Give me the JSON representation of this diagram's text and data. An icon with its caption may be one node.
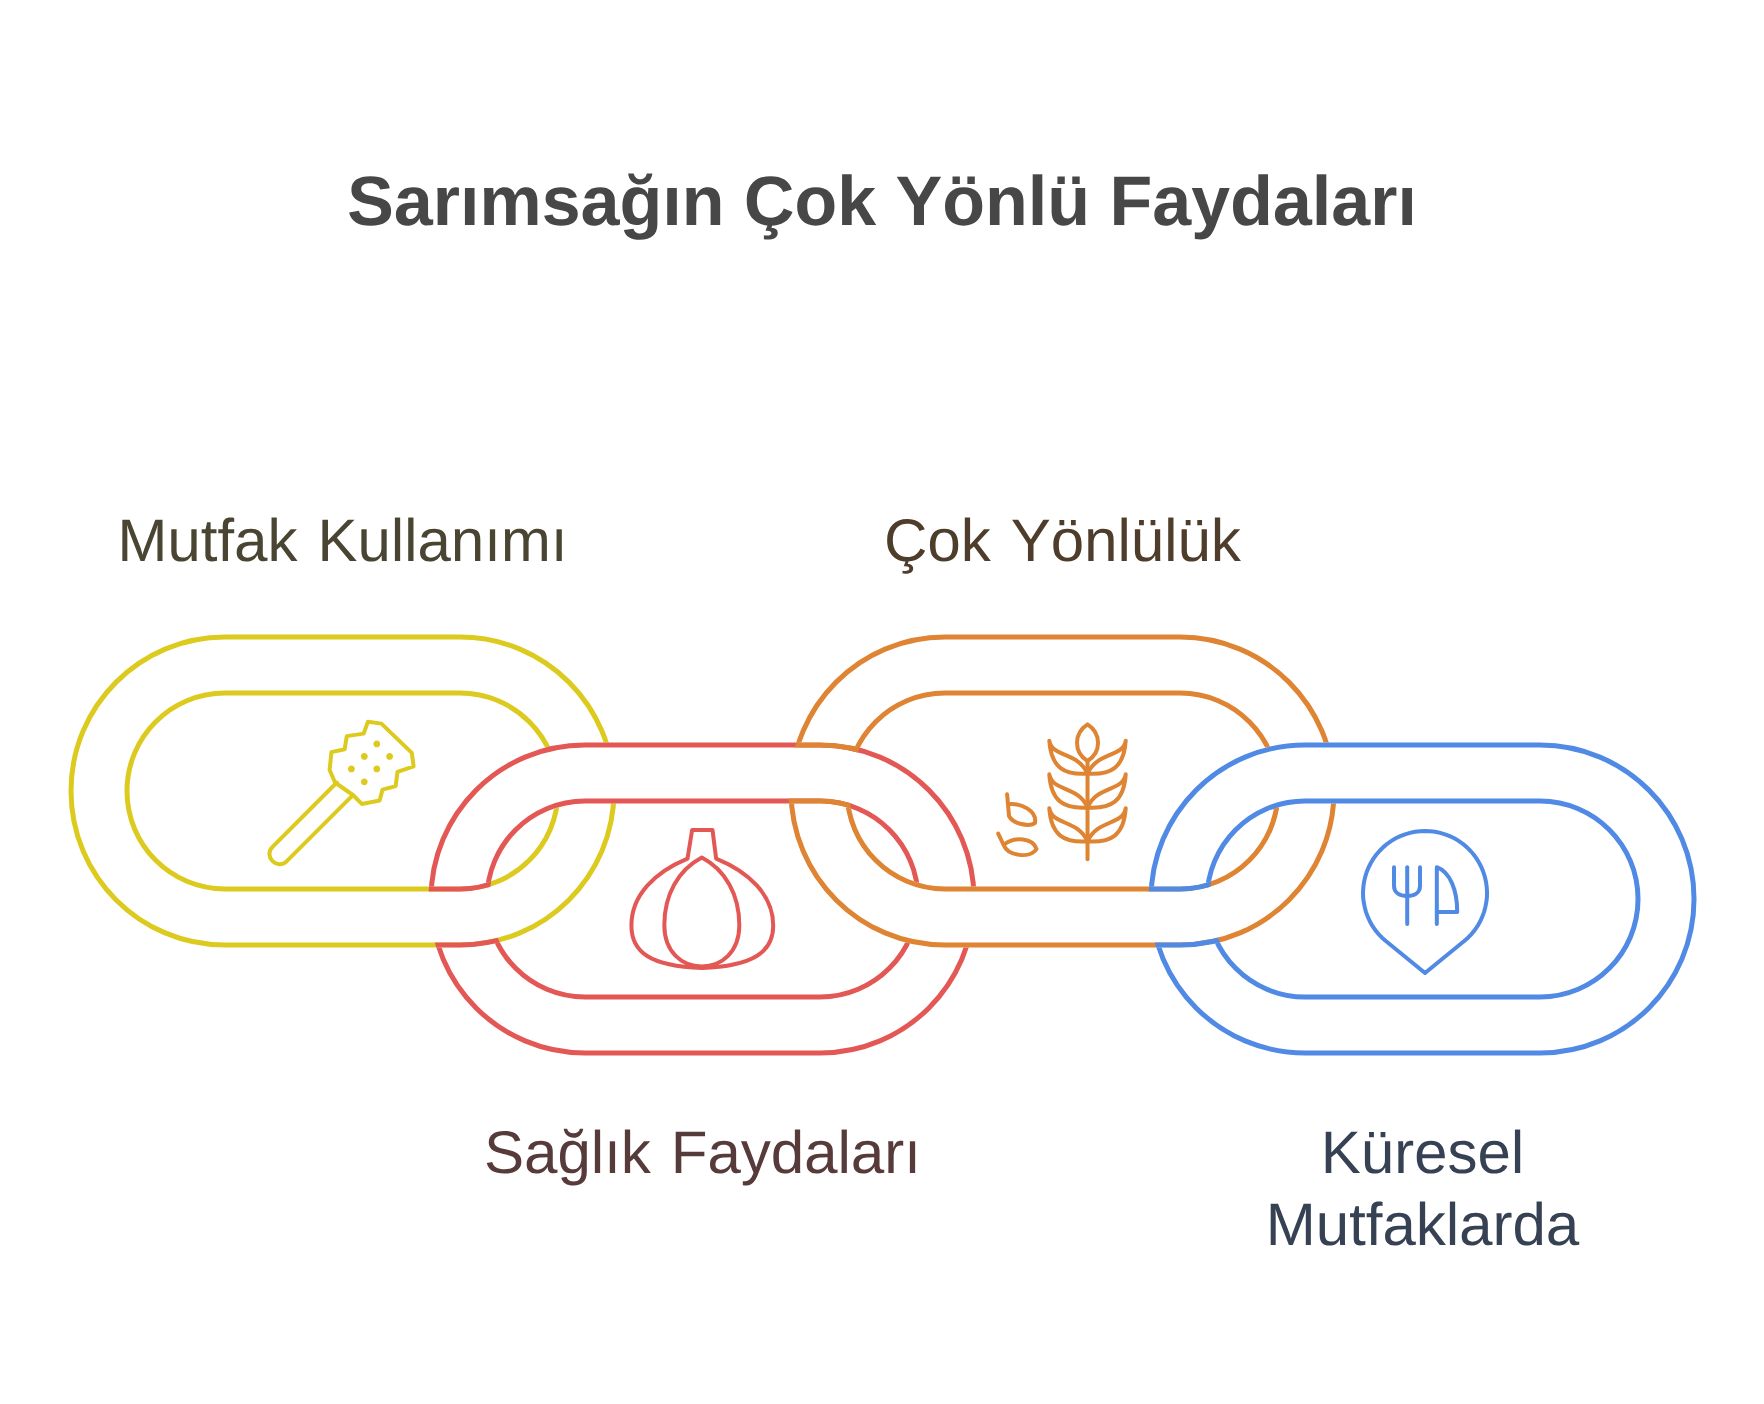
{
  "diagram": {
    "title": "Sarımsağın Çok Yönlü Faydaları",
    "nodes": [
      {
        "text": [
          "Mutfak Kullanımı"
        ]
      },
      {
        "text": [
          "Sağlık Faydaları"
        ]
      },
      {
        "text": [
          "Çok Yönlülük"
        ]
      },
      {
        "text": [
          "Küresel Mutfaklarda"
        ]
      }
    ]
  }
}
